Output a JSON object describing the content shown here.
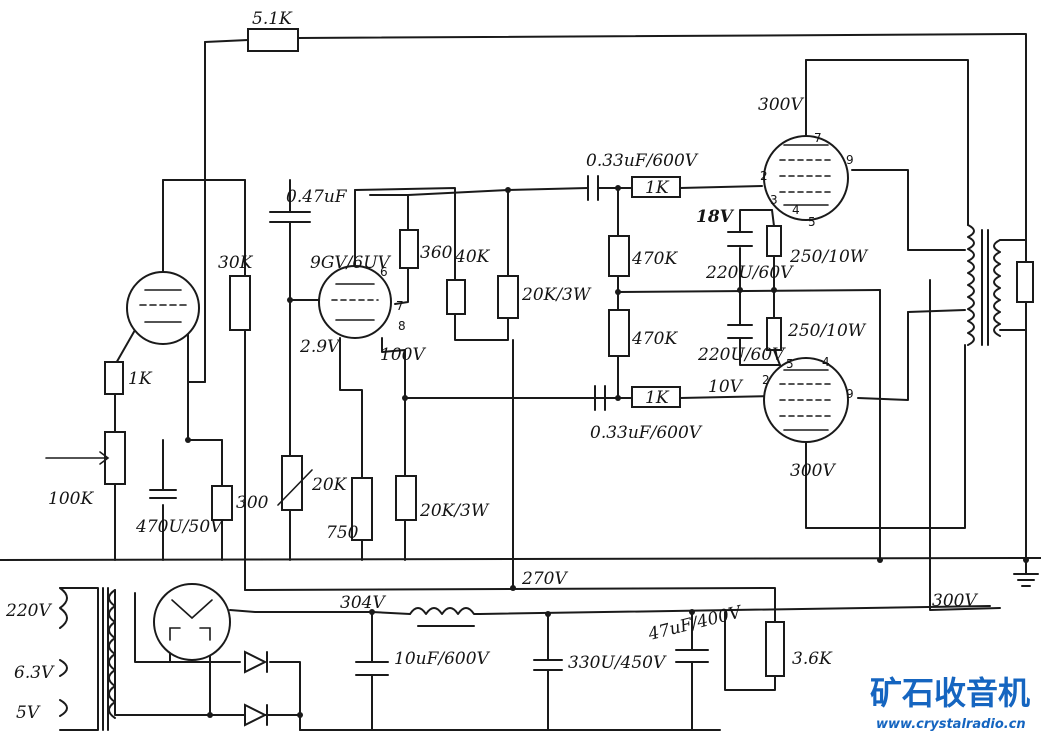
{
  "labels": {
    "r_feedback": "5.1K",
    "c_coupling_in": "0.47uF",
    "r_30k": "30K",
    "tube_driver": "9GV/6UV",
    "r_360": "360",
    "r_40k": "40K",
    "r_20k_3w_top": "20K/3W",
    "v_2_9": "2.9V",
    "v_100": "100V",
    "r_1k_input": "1K",
    "r_100k": "100K",
    "c_470": "470U/50V",
    "r_300": "300",
    "r_20k_pot": "20K",
    "r_750": "750",
    "r_20k_3w_bot": "20K/3W",
    "c_top": "0.33uF/600V",
    "c_bot": "0.33uF/600V",
    "r_1k_top": "1K",
    "r_1k_bot": "1K",
    "r_470k_top": "470K",
    "r_470k_bot": "470K",
    "v_18": "18V",
    "v_10": "10V",
    "c_220_top": "220U/60V",
    "c_220_bot": "220U/60V",
    "r_250_top": "250/10W",
    "r_250_bot": "250/10W",
    "v_300_top": "300V",
    "v_300_bot": "300V",
    "v_270": "270V",
    "v_304": "304V",
    "v_300_supply": "300V",
    "c_10": "10uF/600V",
    "c_330": "330U/450V",
    "c_47": "47uF/400V",
    "r_3_6k": "3.6K",
    "ac_220": "220V",
    "ac_6_3": "6.3V",
    "ac_5": "5V",
    "pin_7_top": "7",
    "pin_9_top": "9",
    "pin_2_top": "2",
    "pin_3_top": "3",
    "pin_4_top": "4",
    "pin_5_top": "5",
    "pin_5_bot": "5",
    "pin_4_bot": "4",
    "pin_2_bot": "2",
    "pin_9_bot": "9",
    "pin_6_drv": "6",
    "pin_7_drv": "7",
    "pin_8_drv": "8"
  },
  "watermark": {
    "chinese": "矿石收音机",
    "url": "www.crystalradio.cn",
    "color": "#1565c0"
  }
}
